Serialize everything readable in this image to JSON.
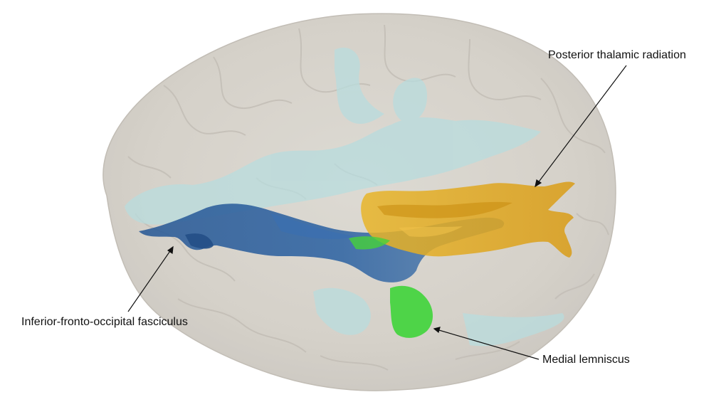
{
  "labels": {
    "posterior_thalamic_radiation": "Posterior thalamic radiation",
    "inferior_fronto_occipital_fasciculus": "Inferior-fronto-occipital fasciculus",
    "medial_lemniscus": "Medial lemniscus"
  },
  "colors": {
    "brain_surface": "#d6d2ca",
    "ventricles": "#b8dcde",
    "ifof_tract": "#2f5f9a",
    "thalamic_radiation": "#e2a820",
    "medial_lemniscus": "#3fd43a",
    "pointer_lines": "#111111"
  }
}
